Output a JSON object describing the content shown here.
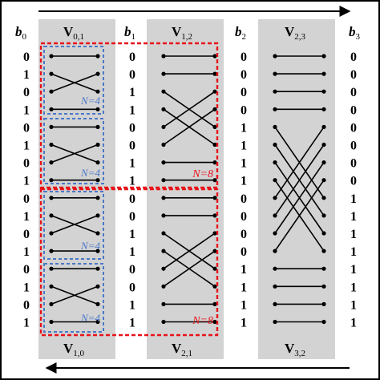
{
  "stage_labels": {
    "v01": {
      "main": "V",
      "sub": "0,1"
    },
    "v12": {
      "main": "V",
      "sub": "1,2"
    },
    "v23": {
      "main": "V",
      "sub": "2,3"
    },
    "v10": {
      "main": "V",
      "sub": "1,0"
    },
    "v21": {
      "main": "V",
      "sub": "2,1"
    },
    "v32": {
      "main": "V",
      "sub": "3,2"
    }
  },
  "bit_headers": {
    "b0": {
      "main": "b",
      "sub": "0"
    },
    "b1": {
      "main": "b",
      "sub": "1"
    },
    "b2": {
      "main": "b",
      "sub": "2"
    },
    "b3": {
      "main": "b",
      "sub": "3"
    }
  },
  "bit_columns": {
    "b0": [
      "0",
      "1",
      "0",
      "1",
      "0",
      "1",
      "0",
      "1",
      "0",
      "1",
      "0",
      "1",
      "0",
      "1",
      "0",
      "1"
    ],
    "b1": [
      "0",
      "0",
      "1",
      "1",
      "0",
      "0",
      "1",
      "1",
      "0",
      "0",
      "1",
      "1",
      "0",
      "0",
      "1",
      "1"
    ],
    "b2": [
      "0",
      "0",
      "0",
      "0",
      "1",
      "1",
      "1",
      "1",
      "0",
      "0",
      "0",
      "0",
      "1",
      "1",
      "1",
      "1"
    ],
    "b3": [
      "0",
      "0",
      "0",
      "0",
      "0",
      "0",
      "0",
      "0",
      "1",
      "1",
      "1",
      "1",
      "1",
      "1",
      "1",
      "1"
    ]
  },
  "group_labels": {
    "n4": "N=4",
    "n8": "N=8"
  },
  "colors": {
    "panel": "#d3d3d3",
    "red_dash": "#e8141a",
    "blue_dash": "#4a78c8",
    "wire": "#000000"
  }
}
